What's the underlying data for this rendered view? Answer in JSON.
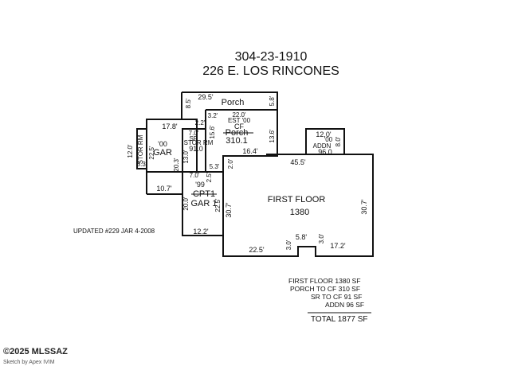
{
  "header": {
    "parcel": "304-23-1910",
    "address": "226 E. LOS RINCONES"
  },
  "areas": {
    "porch": {
      "label": "Porch",
      "w": "29.5'",
      "h1": "8.5'",
      "h2": "5.8'"
    },
    "cf_porch": {
      "label1": "EST '00",
      "label2": "CF",
      "label3": "Porch",
      "area": "310.1",
      "w": "22.0'",
      "d1": "3.2'",
      "d2": "2.2'",
      "d3": "15.6'",
      "d4": "13.6'",
      "b": "16.4'"
    },
    "garage": {
      "label1": "'00",
      "label2": "GAR",
      "w": "17.8'",
      "h1": "22.5'",
      "h2": "20.3'",
      "b": "10.7'"
    },
    "stor_rm": {
      "label": "STOR RM",
      "h": "12.0'",
      "w": "3.3'"
    },
    "sr": {
      "label1": "SR",
      "label2": "STOR RM",
      "area": "91.0",
      "w": "7.0'",
      "h": "13.0'"
    },
    "gar1": {
      "label1": "'99",
      "label2": "CPT1",
      "label3": "GAR 1",
      "w": "7.0'",
      "d1": "5.3'",
      "d2": "2.5'",
      "h": "20.0'",
      "h2": "22.5'",
      "b": "12.2'"
    },
    "first_floor": {
      "label": "FIRST FLOOR",
      "area": "1380",
      "w": "45.5'",
      "h": "30.7'",
      "h2": "30.7'",
      "b1": "22.5'",
      "b2": "5.8'",
      "b3": "17.2'",
      "n1": "3.0'",
      "n2": "3.0'",
      "c": "2.0'"
    },
    "addn": {
      "label1": "'00",
      "label2": "ADDN",
      "area": "96.0",
      "w": "12.0'",
      "h": "8.0'"
    }
  },
  "updated": "UPDATED #229  JAR  4-2008",
  "summary": [
    "FIRST FLOOR 1380 SF",
    "PORCH TO CF 310 SF",
    "SR TO CF 91 SF",
    "ADDN 96 SF"
  ],
  "total": "TOTAL 1877 SF",
  "footer": {
    "copyright": "©2025 MLSSAZ",
    "sketch": "Sketch by Apex IVIM"
  }
}
